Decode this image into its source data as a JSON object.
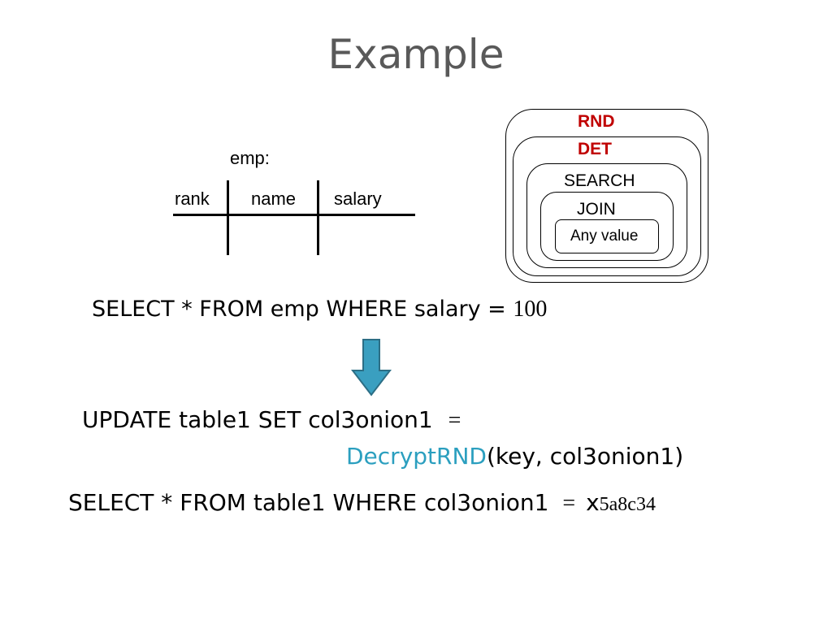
{
  "title": "Example",
  "table": {
    "name": "emp:",
    "columns": [
      "rank",
      "name",
      "salary"
    ]
  },
  "onion": {
    "layers": [
      "RND",
      "DET",
      "SEARCH",
      "JOIN",
      "Any value"
    ],
    "colors": {
      "rnd_det": "#c00000"
    }
  },
  "query": {
    "original_prefix": "SELECT * FROM emp WHERE salary = ",
    "original_value": "100"
  },
  "arrow": {
    "color": "#3a9fc0",
    "icon": "down-arrow-icon"
  },
  "rewritten": {
    "update_line1": "UPDATE table1 SET col3onion1",
    "update_eq": "=",
    "decrypt_fn": "DecryptRND",
    "decrypt_args": "(key, col3onion1)",
    "select_prefix": "SELECT * FROM table1 WHERE col3onion1",
    "select_eq": "=",
    "select_x": "x",
    "select_cipher": "5a8c34",
    "accent_color": "#2b9fbf"
  }
}
